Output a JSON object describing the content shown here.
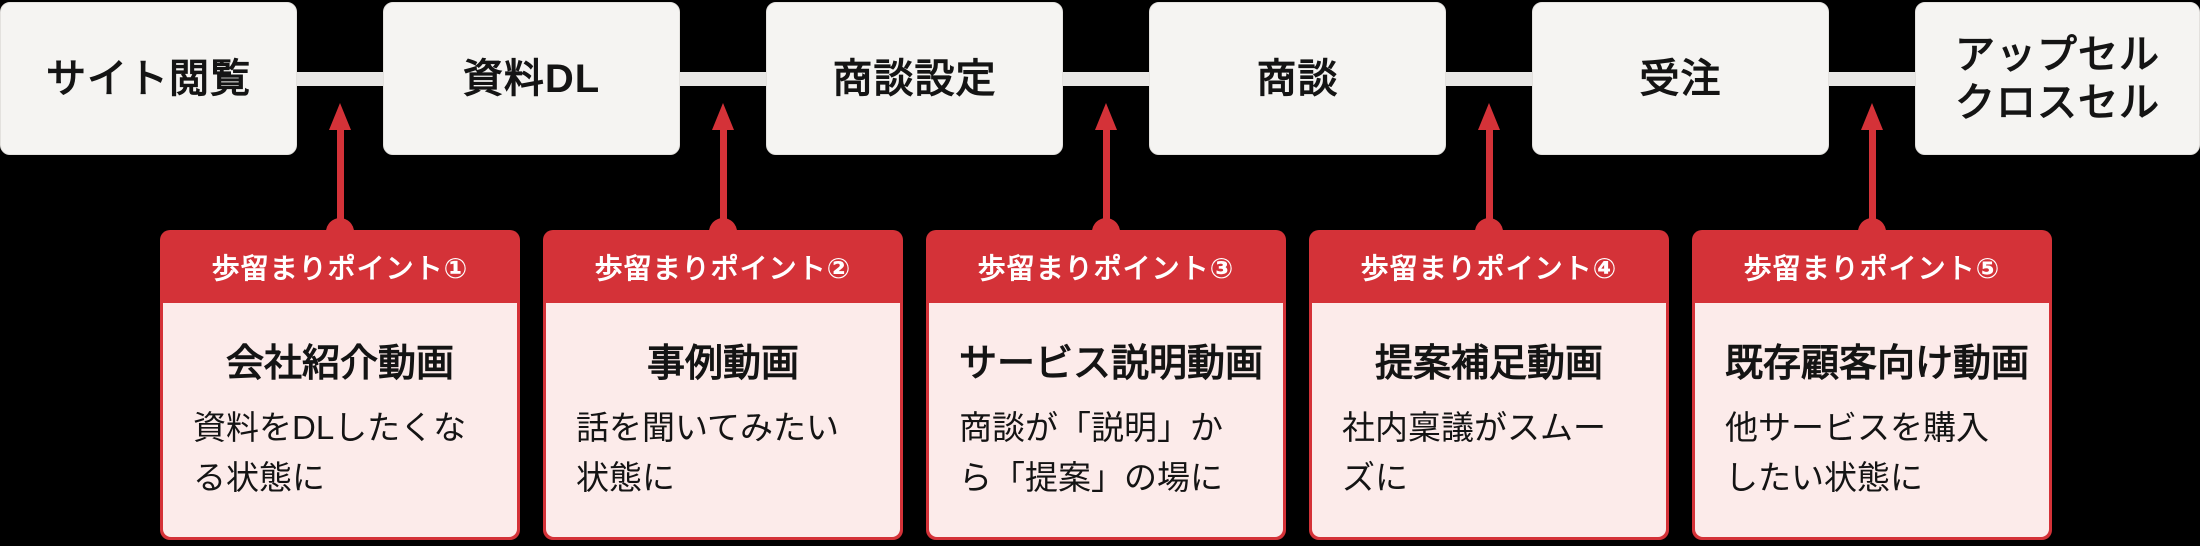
{
  "colors": {
    "accent_red": "#d43238",
    "card_pink": "#fcebea",
    "stage_fill": "#f5f4f2",
    "connector_gray": "#e8e7e5"
  },
  "funnel": {
    "stages": [
      {
        "label": "サイト閲覧"
      },
      {
        "label": "資料DL"
      },
      {
        "label": "商談設定"
      },
      {
        "label": "商談"
      },
      {
        "label": "受注"
      },
      {
        "label": "アップセル\nクロスセル"
      }
    ]
  },
  "retention_points": [
    {
      "badge": "歩留まりポイント①",
      "title": "会社紹介動画",
      "desc": "資料をDLしたくな\nる状態に"
    },
    {
      "badge": "歩留まりポイント②",
      "title": "事例動画",
      "desc": "話を聞いてみたい\n状態に"
    },
    {
      "badge": "歩留まりポイント③",
      "title": "サービス説明動画",
      "desc": "商談が「説明」か\nら「提案」の場に"
    },
    {
      "badge": "歩留まりポイント④",
      "title": "提案補足動画",
      "desc": "社内稟議がスムー\nズに"
    },
    {
      "badge": "歩留まりポイント⑤",
      "title": "既存顧客向け動画",
      "desc": "他サービスを購入\nしたい状態に"
    }
  ]
}
